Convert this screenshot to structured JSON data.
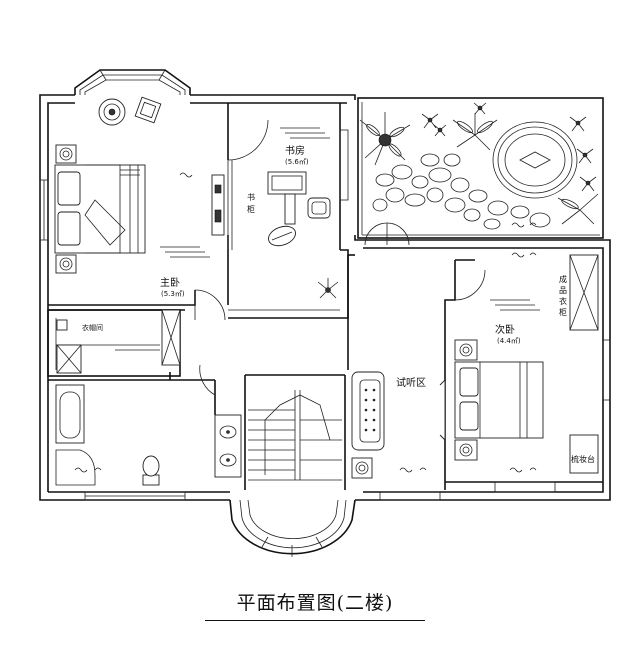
{
  "title": "平面布置图(二楼)",
  "rooms": {
    "study": {
      "name": "书房",
      "dim": "(5.6㎡)"
    },
    "master": {
      "name": "主卧",
      "dim": "(5.3㎡)"
    },
    "second": {
      "name": "次卧",
      "dim": "(4.4㎡)"
    },
    "audio": {
      "name": "试听区"
    },
    "closet": {
      "name": "衣帽间"
    },
    "wardrobe": {
      "name": "成品衣柜"
    },
    "vanity": {
      "name": "梳妆台"
    },
    "bookshelf": {
      "name": "书柜"
    }
  },
  "colors": {
    "line": "#111111",
    "background": "#ffffff"
  }
}
